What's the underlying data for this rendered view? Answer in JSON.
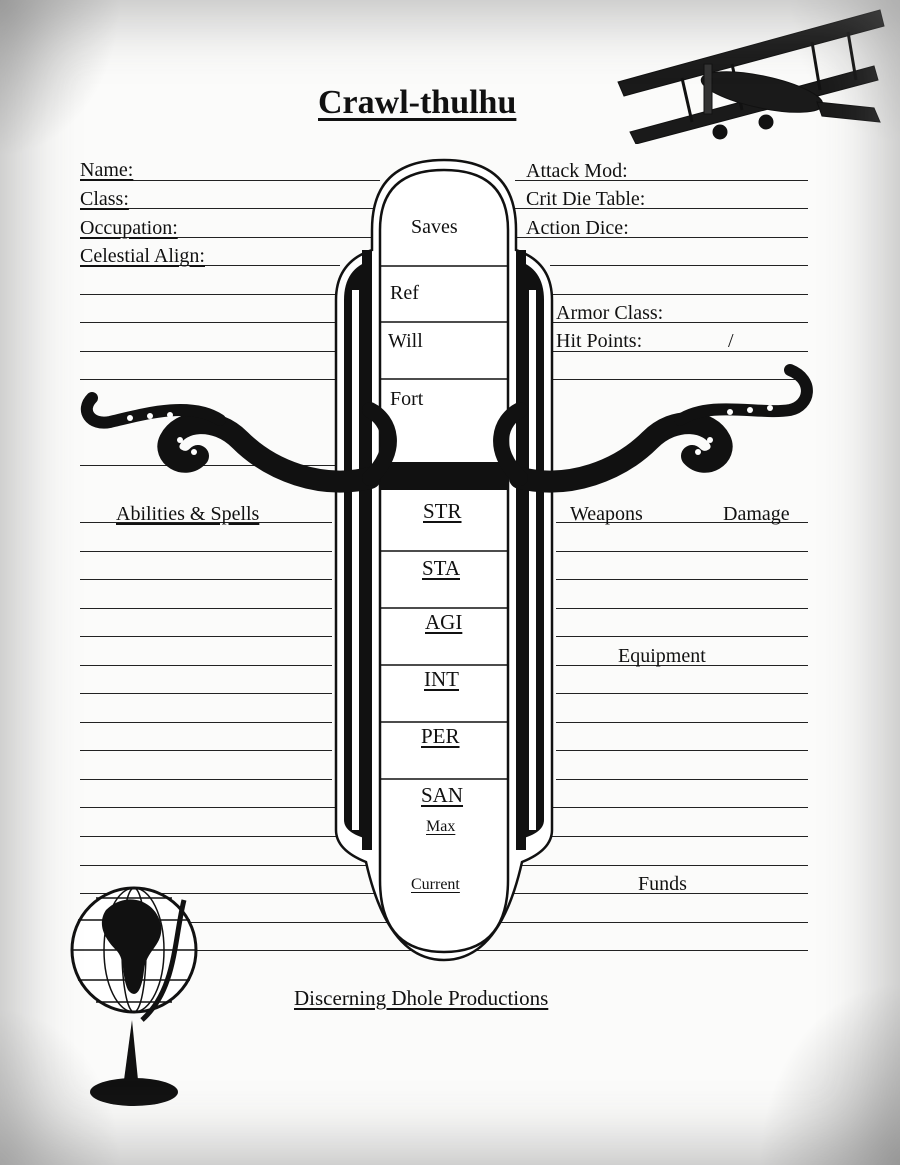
{
  "title": "Crawl-thulhu",
  "left_fields": {
    "name": "Name:",
    "class": "Class:",
    "occupation": "Occupation:",
    "celestial_align": "Celestial Align:"
  },
  "right_fields": {
    "attack_mod": "Attack Mod:",
    "crit_die_table": "Crit Die Table:",
    "action_dice": "Action Dice:",
    "armor_class": "Armor Class:",
    "hit_points": "Hit Points:",
    "hit_points_separator": "/"
  },
  "saves": {
    "heading": "Saves",
    "ref": "Ref",
    "will": "Will",
    "fort": "Fort"
  },
  "stats": {
    "str": "STR",
    "sta": "STA",
    "agi": "AGI",
    "int": "INT",
    "per": "PER",
    "san": "SAN",
    "max": "Max",
    "current": "Current"
  },
  "sections": {
    "abilities_spells": "Abilities & Spells",
    "weapons": "Weapons",
    "damage": "Damage",
    "equipment": "Equipment",
    "funds": "Funds"
  },
  "footer": "Discerning Dhole Productions",
  "illustrations": [
    "biplane-illustration",
    "tentacle-illustration",
    "globe-illustration"
  ]
}
